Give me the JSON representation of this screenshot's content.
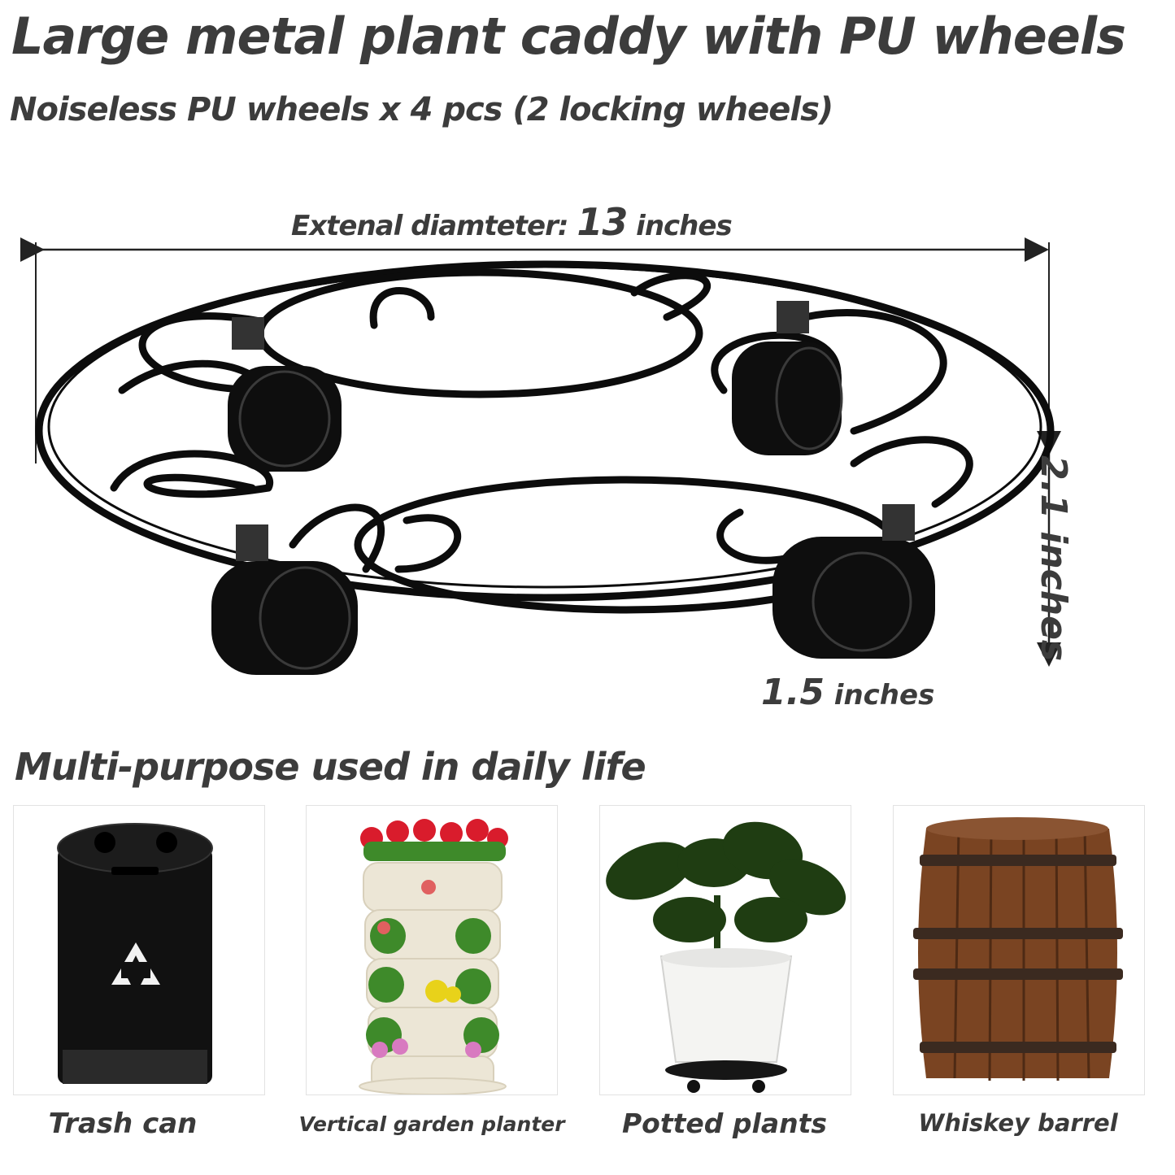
{
  "header": {
    "title": "Large metal plant caddy with PU wheels",
    "subtitle": "Noiseless PU wheels x 4 pcs  (2 locking wheels)"
  },
  "dimensions": {
    "diameter_prefix": "Extenal diamteter: ",
    "diameter_value": "13",
    "diameter_suffix": " inches",
    "height": "2.1 inches",
    "wheel_value": "1.5",
    "wheel_suffix": " inches"
  },
  "uses": {
    "heading": "Multi-purpose used in daily life",
    "items": [
      {
        "label": "Trash can",
        "icon": "recycle-icon"
      },
      {
        "label": "Vertical garden planter"
      },
      {
        "label": "Potted plants"
      },
      {
        "label": "Whiskey barrel"
      }
    ]
  },
  "colors": {
    "text": "#3c3c3c",
    "metal": "#0c0c0c",
    "barrel": "#6b3a1e"
  }
}
